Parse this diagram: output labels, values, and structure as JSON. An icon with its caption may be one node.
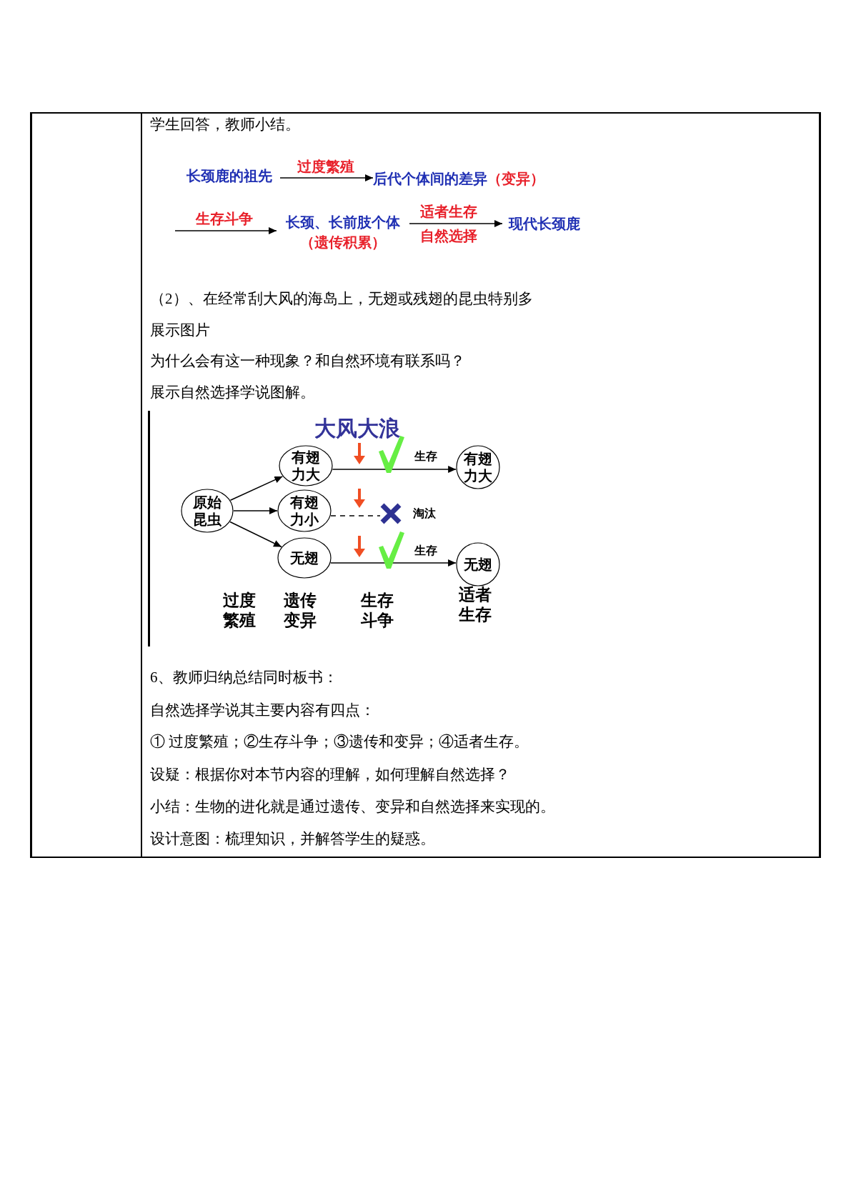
{
  "diagram": {
    "nodes": [
      {
        "text": [
          "长颈鹿的祖先"
        ]
      },
      {
        "text": [
          "后代个体间的差异",
          "（变异）"
        ]
      },
      {
        "text": [
          "长颈、长前肢个体",
          "（遗传积累）"
        ]
      },
      {
        "text": [
          "现代长颈鹿"
        ]
      },
      {
        "text": [
          "原始昆虫"
        ]
      },
      {
        "text": [
          "有翅力大"
        ]
      },
      {
        "text": [
          "有翅力小"
        ]
      },
      {
        "text": [
          "无翅"
        ]
      },
      {
        "text": [
          "有翅力大"
        ]
      },
      {
        "text": [
          "无翅"
        ]
      },
      {
        "text": [],
        "shape": "cross",
        "beside": [
          "淘汰"
        ]
      }
    ],
    "edges": [
      {
        "from": 0,
        "to": 1,
        "arrow": "to",
        "label": "过度繁殖"
      },
      {
        "from": null,
        "to": 2,
        "arrow": "to",
        "label": "生存斗争"
      },
      {
        "from": 2,
        "to": 3,
        "arrow": "to",
        "label": "适者生存自然选择"
      },
      {
        "from": 4,
        "to": 5,
        "arrow": "to"
      },
      {
        "from": 4,
        "to": 6,
        "arrow": "to"
      },
      {
        "from": 4,
        "to": 7,
        "arrow": "to"
      },
      {
        "from": 5,
        "to": 8,
        "arrow": "to",
        "label": "生存"
      },
      {
        "from": 6,
        "to": 10,
        "arrow": "none",
        "style": "dashed"
      },
      {
        "from": 7,
        "to": 9,
        "arrow": "to",
        "label": "生存"
      }
    ],
    "labels": [
      "学生回答，教师小结。",
      "（2）、在经常刮大风的海岛上，无翅或残翅的昆虫特别多",
      "展示图片",
      "为什么会有这一种现象？和自然环境有联系吗？",
      "展示自然选择学说图解。",
      "大风大浪",
      "过度繁殖",
      "遗传变异",
      "生存斗争",
      "适者生存",
      "6、教师归纳总结同时板书：",
      "自然选择学说其主要内容有四点：",
      "① 过度繁殖；②生存斗争；③遗传和变异；④适者生存。",
      "设疑：根据你对本节内容的理解，如何理解自然选择？",
      "小结：生物的进化就是通过遗传、变异和自然选择来实现的。",
      "设计意图：梳理知识，并解答学生的疑惑。"
    ]
  }
}
